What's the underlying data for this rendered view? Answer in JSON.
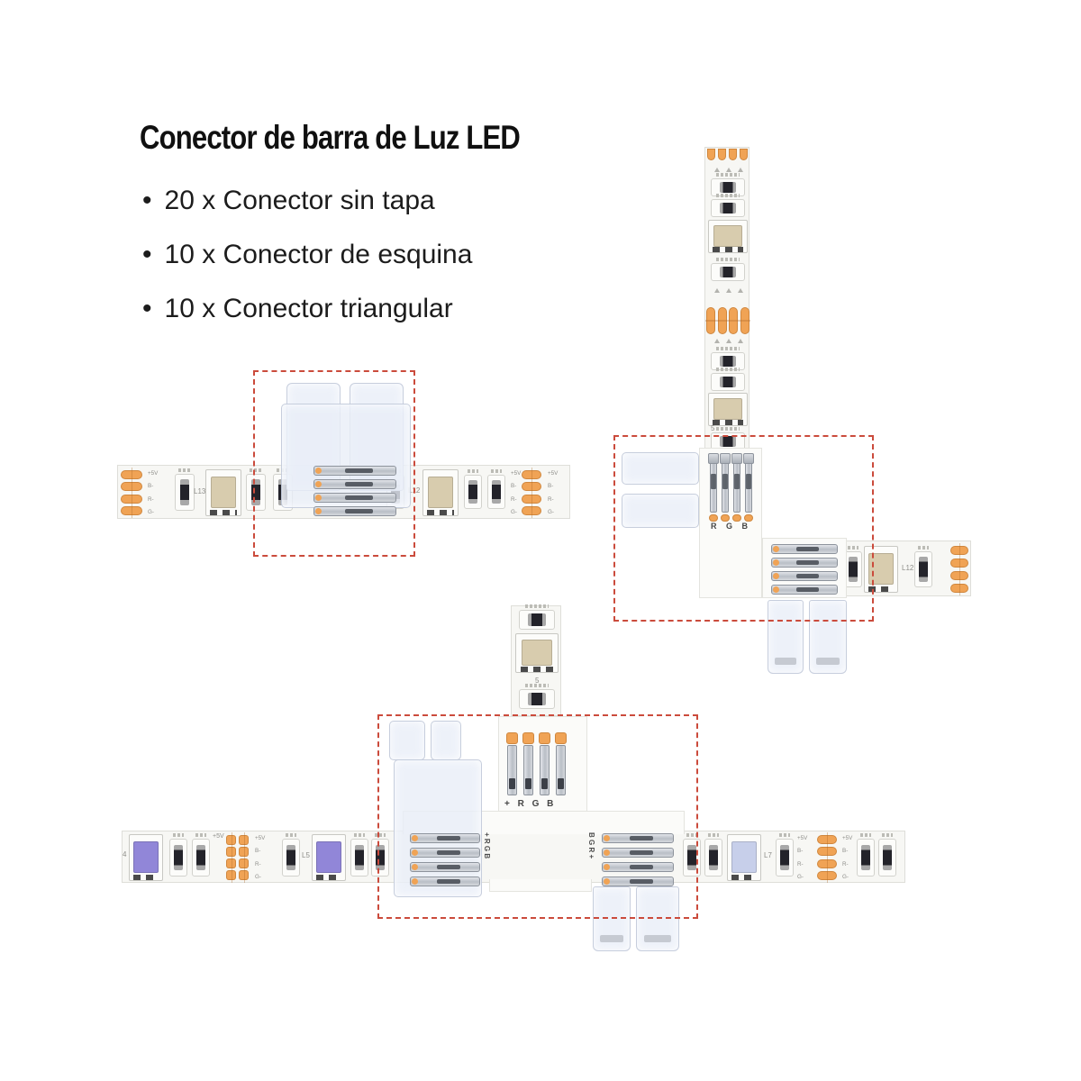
{
  "title": "Conector de barra de Luz LED",
  "bullet_char": "•",
  "bullets": [
    "20 x Conector sin tapa",
    "10 x Conector de esquina",
    "10 x Conector triangular"
  ],
  "labels": {
    "rgb": "R G B",
    "plus_rgb": "+ R G B",
    "bgr_plus": "B G R +",
    "l5": "L5",
    "l7": "L7",
    "l12": "L12",
    "l13": "L13",
    "five": "5",
    "four": "4",
    "p5v": "+5V",
    "b_minus": "B-",
    "r_minus": "R-",
    "g_minus": "G-"
  },
  "colors": {
    "box_red": "#CB4B3C",
    "pad_orange": "#F0A355",
    "led_purple": "#9186D8",
    "led_beige": "#D8CCAE",
    "led_blue": "#C7CFEA",
    "strip_white": "#F7F7F4",
    "mark_gray": "#8E8E8A",
    "ink": "#101010"
  }
}
